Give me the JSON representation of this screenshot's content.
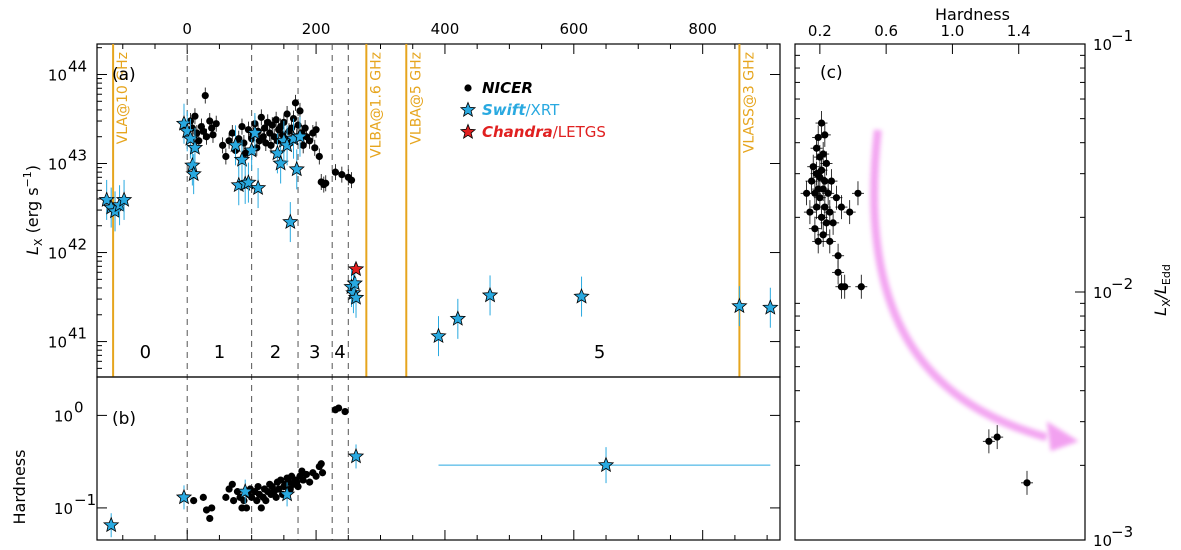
{
  "colors": {
    "nicer": "#000000",
    "swift": "#29a9e0",
    "chandra": "#e02020",
    "radio": "#e6a51e",
    "arrow": "#f29cf0",
    "grid": "#555555"
  },
  "chart_data": [
    {
      "panel": "(a)",
      "type": "scatter",
      "xlim": [
        -140,
        920
      ],
      "ylim": [
        4e+40,
        2.2e+44
      ],
      "ylog": true,
      "top_ticks": [
        "0",
        "200",
        "400",
        "600",
        "800"
      ],
      "top_tick_values": [
        0,
        200,
        400,
        600,
        800
      ],
      "y_ticks": [
        {
          "v": 1e+41,
          "l": "10"
        },
        {
          "v": 1e+42,
          "l": "10"
        },
        {
          "v": 1e+43,
          "l": "10"
        },
        {
          "v": 1e+44,
          "l": "10"
        }
      ],
      "y_tick_exps": [
        "41",
        "42",
        "43",
        "44"
      ],
      "ylabel_main": "L",
      "ylabel_sub": "X",
      "ylabel_unit": " (erg s",
      "ylabel_unit_exp": "−1",
      "ylabel_close": ")",
      "phase_boundaries": [
        0,
        100,
        172,
        225,
        250
      ],
      "phases": [
        {
          "label": "0",
          "x": -65
        },
        {
          "label": "1",
          "x": 50
        },
        {
          "label": "2",
          "x": 137
        },
        {
          "label": "3",
          "x": 198
        },
        {
          "label": "4",
          "x": 237
        },
        {
          "label": "5",
          "x": 640
        }
      ],
      "radio_lines": [
        {
          "x": -115,
          "label": "VLA@10 GHz"
        },
        {
          "x": 278,
          "label": "VLBA@1.6 GHz"
        },
        {
          "x": 340,
          "label": "VLBA@5 GHz"
        },
        {
          "x": 857,
          "label": "VLASS@3 GHz"
        }
      ],
      "legend": [
        {
          "sym": "circle",
          "name": "NICER",
          "color_key": "nicer"
        },
        {
          "sym": "star",
          "name_a": "Swift",
          "name_b": "/XRT",
          "color_key": "swift"
        },
        {
          "sym": "star",
          "name_a": "Chandra",
          "name_b": "/LETGS",
          "color_key": "chandra"
        }
      ],
      "nicer": [
        [
          5,
          3e+43
        ],
        [
          8,
          2.5e+43
        ],
        [
          12,
          3.4e+43
        ],
        [
          15,
          2.2e+43
        ],
        [
          18,
          1.8e+43
        ],
        [
          22,
          2.6e+43
        ],
        [
          25,
          2.3e+43
        ],
        [
          28,
          5.8e+43
        ],
        [
          30,
          2e+43
        ],
        [
          35,
          3e+43
        ],
        [
          38,
          2.5e+43
        ],
        [
          40,
          2.1e+43
        ],
        [
          45,
          2.8e+43
        ],
        [
          55,
          1.6e+43
        ],
        [
          60,
          1.2e+43
        ],
        [
          65,
          1.8e+43
        ],
        [
          70,
          2.2e+43
        ],
        [
          75,
          1.4e+43
        ],
        [
          80,
          1.9e+43
        ],
        [
          85,
          2.6e+43
        ],
        [
          88,
          1.7e+43
        ],
        [
          90,
          1.3e+43
        ],
        [
          95,
          2.4e+43
        ],
        [
          100,
          1.9e+43
        ],
        [
          102,
          2.1e+43
        ],
        [
          105,
          2.8e+43
        ],
        [
          108,
          1.5e+43
        ],
        [
          110,
          2.3e+43
        ],
        [
          112,
          1.8e+43
        ],
        [
          115,
          3.3e+43
        ],
        [
          118,
          2e+43
        ],
        [
          120,
          2.5e+43
        ],
        [
          122,
          1.7e+43
        ],
        [
          125,
          2.9e+43
        ],
        [
          128,
          2.2e+43
        ],
        [
          130,
          1.6e+43
        ],
        [
          132,
          2.7e+43
        ],
        [
          135,
          2e+43
        ],
        [
          138,
          3.1e+43
        ],
        [
          140,
          1.8e+43
        ],
        [
          142,
          2.4e+43
        ],
        [
          145,
          2.6e+43
        ],
        [
          148,
          2.1e+43
        ],
        [
          150,
          2.9e+43
        ],
        [
          152,
          1.9e+43
        ],
        [
          155,
          3.6e+43
        ],
        [
          158,
          2.3e+43
        ],
        [
          160,
          1.7e+43
        ],
        [
          162,
          2.5e+43
        ],
        [
          165,
          3.2e+43
        ],
        [
          168,
          4.8e+43
        ],
        [
          170,
          2e+43
        ],
        [
          172,
          2.7e+43
        ],
        [
          175,
          3.9e+43
        ],
        [
          178,
          2.2e+43
        ],
        [
          180,
          1.6e+43
        ],
        [
          183,
          2.5e+43
        ],
        [
          185,
          2e+43
        ],
        [
          190,
          1.8e+43
        ],
        [
          195,
          2.2e+43
        ],
        [
          198,
          1.5e+43
        ],
        [
          200,
          2.4e+43
        ],
        [
          205,
          1.2e+43
        ],
        [
          208,
          6.2e+42
        ],
        [
          212,
          5.8e+42
        ],
        [
          215,
          6e+42
        ],
        [
          230,
          8e+42
        ],
        [
          240,
          7.5e+42
        ],
        [
          250,
          7e+42
        ],
        [
          255,
          6.5e+42
        ]
      ],
      "swift": [
        [
          -125,
          3.9e+42
        ],
        [
          -118,
          3.2e+42
        ],
        [
          -112,
          2.9e+42
        ],
        [
          -105,
          3.4e+42
        ],
        [
          -98,
          3.9e+42
        ],
        [
          -5,
          2.8e+43
        ],
        [
          0,
          2.3e+43
        ],
        [
          5,
          1.9e+43
        ],
        [
          8,
          9.5e+42
        ],
        [
          10,
          7.6e+42
        ],
        [
          12,
          1.5e+43
        ],
        [
          75,
          1.6e+43
        ],
        [
          80,
          5.7e+42
        ],
        [
          85,
          1.1e+43
        ],
        [
          90,
          5.9e+42
        ],
        [
          95,
          6.1e+42
        ],
        [
          100,
          1.4e+43
        ],
        [
          105,
          2.2e+43
        ],
        [
          110,
          5.3e+42
        ],
        [
          140,
          1.3e+43
        ],
        [
          145,
          1e+43
        ],
        [
          150,
          1.8e+43
        ],
        [
          155,
          1.6e+43
        ],
        [
          160,
          2.2e+42
        ],
        [
          165,
          1.9e+43
        ],
        [
          170,
          8.6e+42
        ],
        [
          175,
          2e+43
        ],
        [
          255,
          4.1e+41
        ],
        [
          258,
          3.5e+41
        ],
        [
          260,
          4.5e+41
        ],
        [
          262,
          3.1e+41
        ],
        [
          390,
          1.15e+41
        ],
        [
          420,
          1.8e+41
        ],
        [
          470,
          3.3e+41
        ],
        [
          612,
          3.2e+41
        ],
        [
          857,
          2.5e+41
        ],
        [
          905,
          2.4e+41
        ]
      ],
      "chandra": [
        [
          262,
          6.5e+41
        ]
      ]
    },
    {
      "panel": "(b)",
      "type": "scatter",
      "xlim": [
        -140,
        920
      ],
      "ylim": [
        0.045,
        2.6
      ],
      "ylog": true,
      "ylabel": "Hardness",
      "y_ticks": [
        {
          "v": 0.1,
          "l": "10"
        },
        {
          "v": 1,
          "l": "10"
        }
      ],
      "y_tick_exps": [
        "−1",
        "0"
      ],
      "nicer": [
        [
          -5,
          0.13
        ],
        [
          10,
          0.12
        ],
        [
          25,
          0.13
        ],
        [
          30,
          0.095
        ],
        [
          35,
          0.077
        ],
        [
          38,
          0.1
        ],
        [
          60,
          0.13
        ],
        [
          65,
          0.16
        ],
        [
          70,
          0.18
        ],
        [
          72,
          0.12
        ],
        [
          78,
          0.15
        ],
        [
          82,
          0.13
        ],
        [
          85,
          0.1
        ],
        [
          88,
          0.12
        ],
        [
          92,
          0.1
        ],
        [
          95,
          0.14
        ],
        [
          98,
          0.16
        ],
        [
          100,
          0.13
        ],
        [
          105,
          0.15
        ],
        [
          108,
          0.12
        ],
        [
          110,
          0.17
        ],
        [
          112,
          0.14
        ],
        [
          115,
          0.1
        ],
        [
          118,
          0.13
        ],
        [
          120,
          0.16
        ],
        [
          122,
          0.12
        ],
        [
          125,
          0.15
        ],
        [
          128,
          0.18
        ],
        [
          130,
          0.14
        ],
        [
          132,
          0.17
        ],
        [
          135,
          0.15
        ],
        [
          138,
          0.13
        ],
        [
          140,
          0.19
        ],
        [
          142,
          0.16
        ],
        [
          145,
          0.2
        ],
        [
          148,
          0.14
        ],
        [
          150,
          0.17
        ],
        [
          152,
          0.18
        ],
        [
          155,
          0.21
        ],
        [
          158,
          0.19
        ],
        [
          160,
          0.16
        ],
        [
          162,
          0.22
        ],
        [
          165,
          0.18
        ],
        [
          168,
          0.2
        ],
        [
          170,
          0.19
        ],
        [
          172,
          0.17
        ],
        [
          175,
          0.22
        ],
        [
          178,
          0.25
        ],
        [
          180,
          0.2
        ],
        [
          185,
          0.23
        ],
        [
          190,
          0.19
        ],
        [
          195,
          0.24
        ],
        [
          200,
          0.22
        ],
        [
          205,
          0.28
        ],
        [
          208,
          0.3
        ],
        [
          210,
          0.24
        ],
        [
          230,
          1.15
        ],
        [
          235,
          1.2
        ],
        [
          245,
          1.1
        ]
      ],
      "swift": [
        [
          -118,
          0.065
        ],
        [
          -5,
          0.13
        ],
        [
          90,
          0.15
        ],
        [
          155,
          0.14
        ],
        [
          262,
          0.36
        ]
      ],
      "swift_xerr": [
        [
          650,
          0.29,
          390,
          905
        ]
      ]
    },
    {
      "panel": "(c)",
      "type": "scatter",
      "xlim": [
        0.05,
        1.8
      ],
      "ylim": [
        0.001,
        0.1
      ],
      "ylog": true,
      "xlabel": "Hardness",
      "x_ticks": [
        "0.2",
        "0.6",
        "1.0",
        "1.4"
      ],
      "x_tick_values": [
        0.2,
        0.6,
        1.0,
        1.4
      ],
      "y_ticks": [
        {
          "v": 0.001,
          "l": "10"
        },
        {
          "v": 0.01,
          "l": "10"
        },
        {
          "v": 0.1,
          "l": "10"
        }
      ],
      "y_tick_exps": [
        "−3",
        "−2",
        "−1"
      ],
      "ylabel_main": "L",
      "ylabel_sub": "X",
      "ylabel_den": "/L",
      "ylabel_den_sub": "Edd",
      "points": [
        [
          0.12,
          0.025
        ],
        [
          0.14,
          0.021
        ],
        [
          0.15,
          0.028
        ],
        [
          0.16,
          0.032
        ],
        [
          0.17,
          0.025
        ],
        [
          0.17,
          0.018
        ],
        [
          0.18,
          0.03
        ],
        [
          0.18,
          0.022
        ],
        [
          0.19,
          0.026
        ],
        [
          0.19,
          0.016
        ],
        [
          0.2,
          0.035
        ],
        [
          0.2,
          0.024
        ],
        [
          0.2,
          0.029
        ],
        [
          0.21,
          0.02
        ],
        [
          0.21,
          0.031
        ],
        [
          0.22,
          0.026
        ],
        [
          0.22,
          0.017
        ],
        [
          0.23,
          0.028
        ],
        [
          0.23,
          0.022
        ],
        [
          0.24,
          0.019
        ],
        [
          0.24,
          0.033
        ],
        [
          0.25,
          0.025
        ],
        [
          0.26,
          0.021
        ],
        [
          0.26,
          0.016
        ],
        [
          0.27,
          0.028
        ],
        [
          0.28,
          0.019
        ],
        [
          0.3,
          0.024
        ],
        [
          0.31,
          0.014
        ],
        [
          0.31,
          0.012
        ],
        [
          0.33,
          0.022
        ],
        [
          0.33,
          0.0105
        ],
        [
          0.35,
          0.0105
        ],
        [
          0.38,
          0.021
        ],
        [
          0.45,
          0.0105
        ],
        [
          0.43,
          0.025
        ],
        [
          0.21,
          0.048
        ],
        [
          0.23,
          0.043
        ],
        [
          0.19,
          0.042
        ],
        [
          0.18,
          0.038
        ],
        [
          0.22,
          0.036
        ],
        [
          1.22,
          0.0025
        ],
        [
          1.27,
          0.0026
        ],
        [
          1.45,
          0.0017
        ]
      ],
      "arrow": {
        "from": [
          0.55,
          0.045
        ],
        "to": [
          1.75,
          0.0025
        ]
      }
    }
  ]
}
